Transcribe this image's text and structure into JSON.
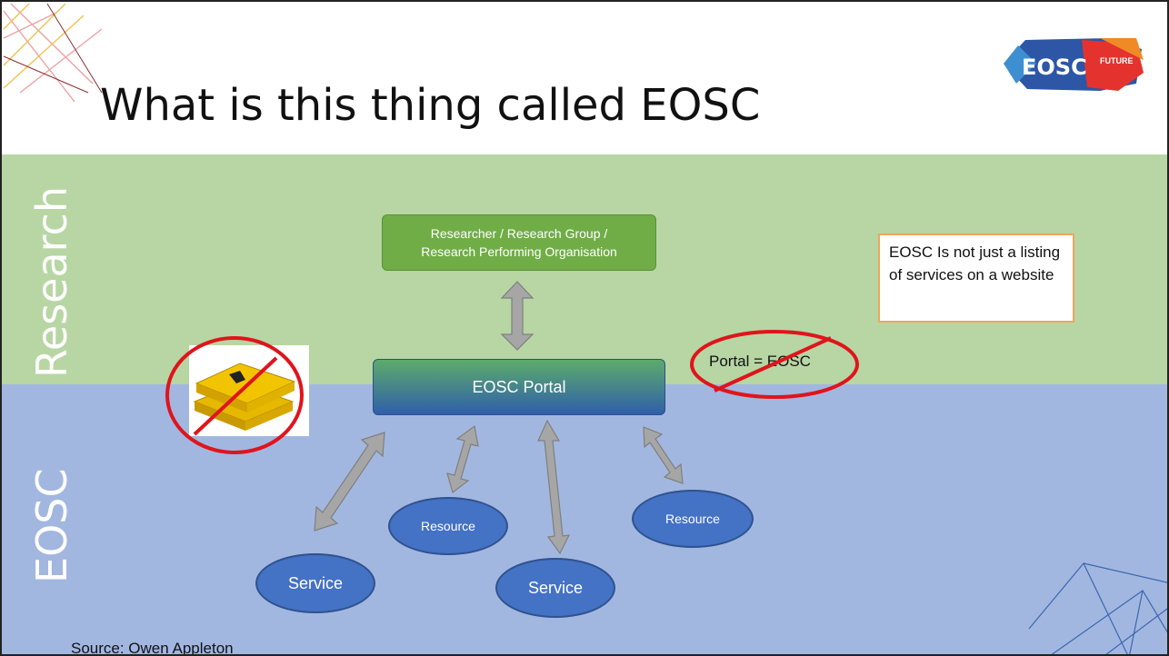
{
  "title": "What is this thing called EOSC",
  "bands": {
    "research_label": "Research",
    "eosc_label": "EOSC"
  },
  "logo": {
    "main": "EOSC",
    "sub": "FUTURE"
  },
  "diagram": {
    "researcher_line1": "Researcher / Research Group /",
    "researcher_line2": "Research Performing Organisation",
    "portal": "EOSC Portal",
    "resources": [
      "Resource",
      "Resource"
    ],
    "services": [
      "Service",
      "Service"
    ],
    "portal_not_eosc": "Portal = EOSC"
  },
  "note": "EOSC Is not just a listing of services on a  website",
  "source": "Source: Owen Appleton",
  "colors": {
    "research_band": "#b7d6a3",
    "eosc_band": "#a2b7e0",
    "researcher_box": "#70ad47",
    "node_blue": "#4472c4",
    "prohibit_red": "#e0141c"
  }
}
